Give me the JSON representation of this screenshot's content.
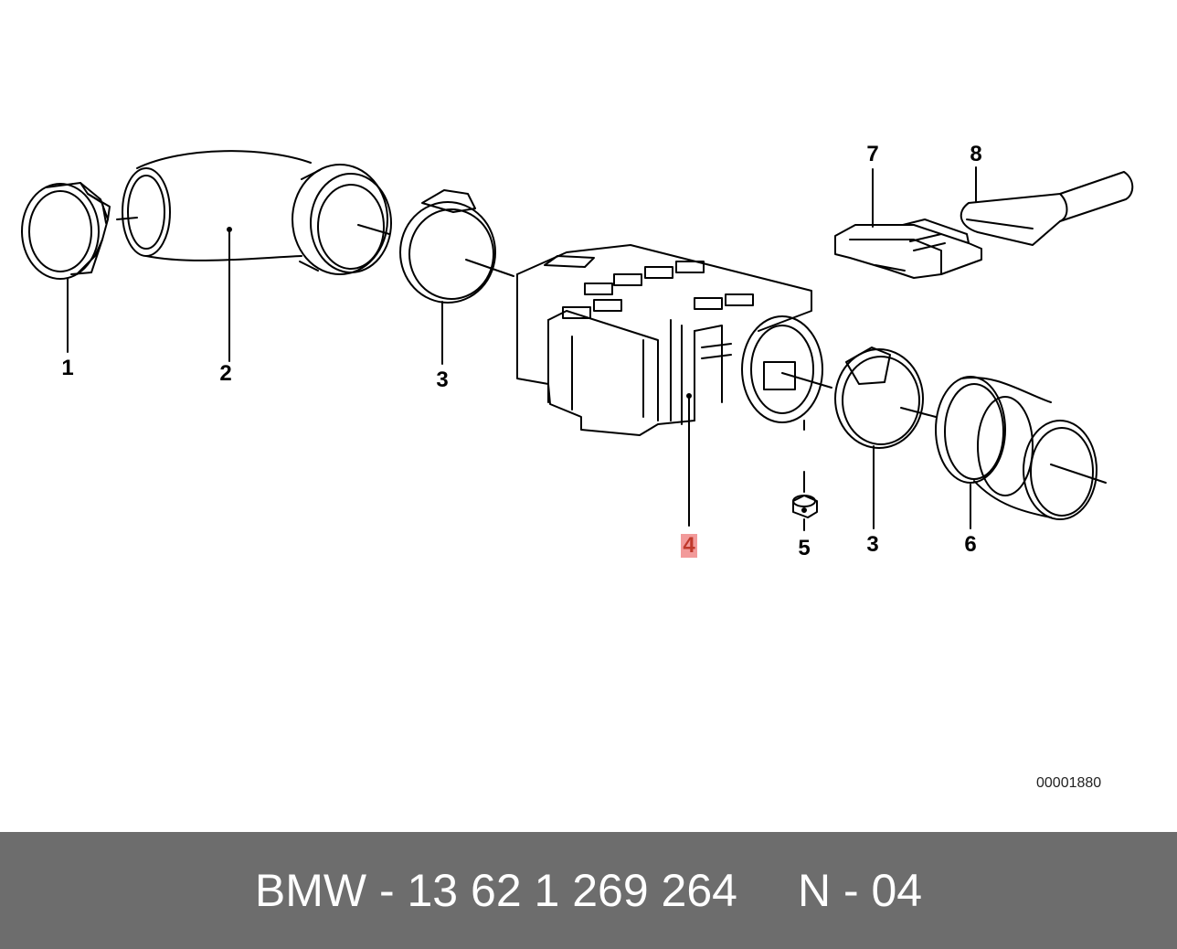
{
  "callouts": [
    {
      "id": "1",
      "label": "1"
    },
    {
      "id": "2",
      "label": "2"
    },
    {
      "id": "3a",
      "label": "3"
    },
    {
      "id": "4",
      "label": "4",
      "highlighted": true
    },
    {
      "id": "5",
      "label": "5"
    },
    {
      "id": "3b",
      "label": "3"
    },
    {
      "id": "6",
      "label": "6"
    },
    {
      "id": "7",
      "label": "7"
    },
    {
      "id": "8",
      "label": "8"
    }
  ],
  "diagram_id": "00001880",
  "footer": {
    "part_number": "BMW - 13 62 1 269 264",
    "diagram_code": "N - 04"
  },
  "colors": {
    "highlight": "#f29a9a",
    "highlight_text": "#c0392b",
    "footer_bg": "#6d6d6d"
  }
}
